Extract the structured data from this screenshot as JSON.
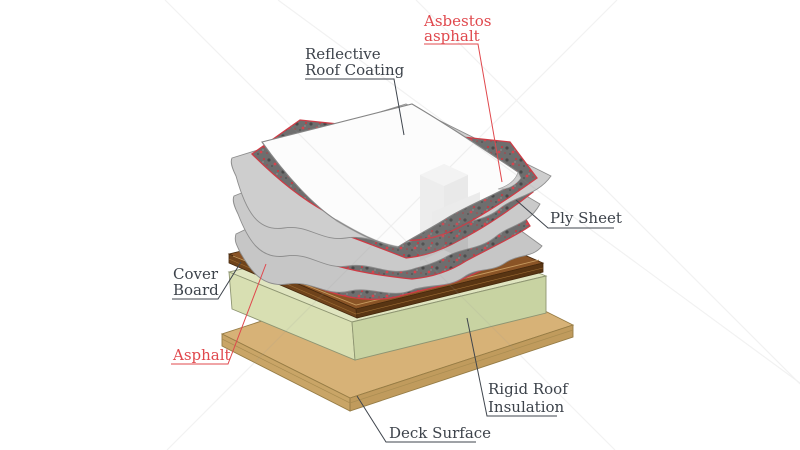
{
  "diagram": {
    "type": "exploded-roof-layers-illustration",
    "background": "#ffffff",
    "label_color": "#3d434b",
    "accent_red": "#e0484d",
    "labels": {
      "reflective_roof_coating": {
        "line1": "Reflective",
        "line2": "Roof Coating"
      },
      "asbestos_asphalt": {
        "line1": "Asbestos",
        "line2": "asphalt"
      },
      "ply_sheet": {
        "text": "Ply Sheet"
      },
      "cover_board": {
        "line1": "Cover",
        "line2": "Board"
      },
      "asphalt": {
        "text": "Asphalt"
      },
      "rigid_roof_insulation": {
        "line1": "Rigid Roof",
        "line2": "Insulation"
      },
      "deck_surface": {
        "text": "Deck Surface"
      }
    },
    "layer_colors": {
      "deck_surface": "#d7b277",
      "rigid_roof_insulation": "#d8dfb2",
      "cover_board": "#8a5426",
      "ply_sheet": "#c9c9c9",
      "asphalt_layer": "#6e6e6e",
      "asphalt_outline": "#cf3b45",
      "reflective_coating": "#fcfcfc"
    }
  }
}
